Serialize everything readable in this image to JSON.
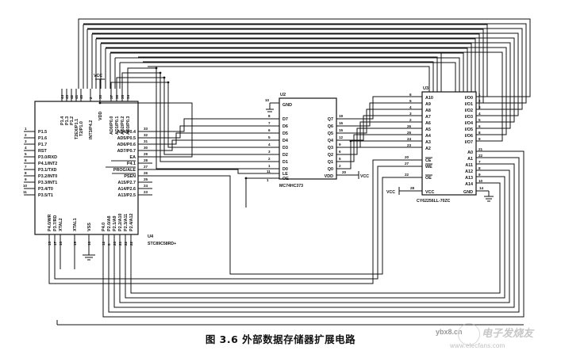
{
  "figure": {
    "caption": "图 3.6 外部数据存储器扩展电路",
    "caption_number": "3.6"
  },
  "watermark": {
    "site_cn": "ybx8.cn",
    "brand_cn": "电子发烧友",
    "url": "www.elecfans.com"
  },
  "power": {
    "vcc_label": "VCC",
    "vcc_label_2": "VCC",
    "vcc_label_3": "VCC",
    "vcc_label_4": "VCC"
  },
  "chips": {
    "mcu": {
      "ref": "U4",
      "part": "STC89C58RD+",
      "top_pins": [
        {
          "num": "44",
          "label": "P1.4"
        },
        {
          "num": "43",
          "label": "P1.3"
        },
        {
          "num": "42",
          "label": "P1.2"
        },
        {
          "num": "41",
          "label": "T2EX/P1.1"
        },
        {
          "num": "40",
          "label": "T2/P1.0"
        },
        {
          "num": "2",
          "label": "INT3/P4.2"
        },
        {
          "num": "38",
          "label": "VDD"
        },
        {
          "num": "37",
          "label": "AD0/P0.0"
        },
        {
          "num": "36",
          "label": "AD1/P0.1"
        },
        {
          "num": "35",
          "label": "AD2/P0.2"
        },
        {
          "num": "34",
          "label": "AD3/P0.3"
        }
      ],
      "left_pins": [
        {
          "num": "1",
          "label": "P1.5"
        },
        {
          "num": "2",
          "label": "P1.6"
        },
        {
          "num": "3",
          "label": "P1.7"
        },
        {
          "num": "4",
          "label": "RST"
        },
        {
          "num": "5",
          "label": "P3.0/RXD"
        },
        {
          "num": "6",
          "label": "P4.1/INT2"
        },
        {
          "num": "7",
          "label": "P3.1/TXD"
        },
        {
          "num": "8",
          "label": "P3.2/INT0"
        },
        {
          "num": "9",
          "label": "P3.3/INT1"
        },
        {
          "num": "10",
          "label": "P3.4/T0"
        },
        {
          "num": "11",
          "label": "P3.5/T1"
        }
      ],
      "right_pins": [
        {
          "num": "33",
          "label": "AD4/P0.4"
        },
        {
          "num": "32",
          "label": "AD5/P0.5"
        },
        {
          "num": "31",
          "label": "AD6/P0.6"
        },
        {
          "num": "30",
          "label": "AD7/P0.7"
        },
        {
          "num": "29",
          "label": "EA"
        },
        {
          "num": "28",
          "label": "P4.1"
        },
        {
          "num": "27",
          "label": "PROG/ALE"
        },
        {
          "num": "26",
          "label": "PSEN"
        },
        {
          "num": "25",
          "label": "A15/P2.7"
        },
        {
          "num": "24",
          "label": "A14/P2.6"
        },
        {
          "num": "23",
          "label": "A13/P2.5"
        }
      ],
      "bottom_pins": [
        {
          "num": "15",
          "label": "P4.0/WR"
        },
        {
          "num": "17",
          "label": "P3.7/RD"
        },
        {
          "num": "18",
          "label": "XTAL2"
        },
        {
          "num": "19",
          "label": "XTAL1"
        },
        {
          "num": "16",
          "label": "VSS"
        },
        {
          "num": "12",
          "label": "P4.0"
        },
        {
          "num": "8",
          "label": "P2.0/A8"
        },
        {
          "num": "20",
          "label": "P2.1/A9"
        },
        {
          "num": "21",
          "label": "P2.2/A10"
        },
        {
          "num": "22",
          "label": "P2.3/A11"
        },
        {
          "num": "22",
          "label": "P2.4/A12"
        }
      ]
    },
    "latch": {
      "ref": "U2",
      "part": "MC74HC373",
      "gnd_pin": {
        "num": "10",
        "label": "GND"
      },
      "vdd_pin": {
        "num": "20",
        "label": "VDD"
      },
      "inputs": [
        {
          "num": "8",
          "label": "D7"
        },
        {
          "num": "7",
          "label": "D6"
        },
        {
          "num": "6",
          "label": "D5"
        },
        {
          "num": "5",
          "label": "D4"
        },
        {
          "num": "4",
          "label": "D3"
        },
        {
          "num": "3",
          "label": "D2"
        },
        {
          "num": "2",
          "label": "D1"
        },
        {
          "num": "1",
          "label": "D0"
        }
      ],
      "outputs": [
        {
          "num": "19",
          "label": "Q7"
        },
        {
          "num": "16",
          "label": "Q6"
        },
        {
          "num": "15",
          "label": "Q5"
        },
        {
          "num": "12",
          "label": "Q4"
        },
        {
          "num": "9",
          "label": "Q3"
        },
        {
          "num": "6",
          "label": "Q2"
        },
        {
          "num": "5",
          "label": "Q1"
        },
        {
          "num": "2",
          "label": "Q0"
        }
      ],
      "control": [
        {
          "num": "11",
          "label": "LE"
        },
        {
          "num": "1",
          "label": "OE"
        }
      ]
    },
    "sram": {
      "ref": "U3",
      "part": "CY62256LL-70ZC",
      "addr_left": [
        {
          "num": "6",
          "label": "A10"
        },
        {
          "num": "5",
          "label": "A9"
        },
        {
          "num": "4",
          "label": "A8"
        },
        {
          "num": "3",
          "label": "A7"
        },
        {
          "num": "2",
          "label": "A6"
        },
        {
          "num": "26",
          "label": "A5"
        },
        {
          "num": "25",
          "label": "A4"
        },
        {
          "num": "24",
          "label": "A3"
        },
        {
          "num": "23",
          "label": "A2"
        }
      ],
      "io_right": [
        {
          "num": "1",
          "label": "I/O0"
        },
        {
          "num": "2",
          "label": "I/O1"
        },
        {
          "num": "3",
          "label": "I/O2"
        },
        {
          "num": "4",
          "label": "I/O3"
        },
        {
          "num": "5",
          "label": "I/O4"
        },
        {
          "num": "6",
          "label": "I/O5"
        },
        {
          "num": "8",
          "label": "I/O6"
        },
        {
          "num": "9",
          "label": "I/O7"
        }
      ],
      "addr_right": [
        {
          "num": "21",
          "label": "A0"
        },
        {
          "num": "22",
          "label": "A1"
        },
        {
          "num": "7",
          "label": "A11"
        },
        {
          "num": "8",
          "label": "A12"
        },
        {
          "num": "9",
          "label": "A13"
        },
        {
          "num": "10",
          "label": "A14"
        }
      ],
      "control_left": [
        {
          "num": "20",
          "label": "CE"
        },
        {
          "num": "27",
          "label": "WE"
        },
        {
          "num": "22",
          "label": "OE"
        }
      ],
      "power": [
        {
          "num": "28",
          "label": "VCC"
        },
        {
          "num": "14",
          "label": "GND"
        }
      ]
    }
  }
}
